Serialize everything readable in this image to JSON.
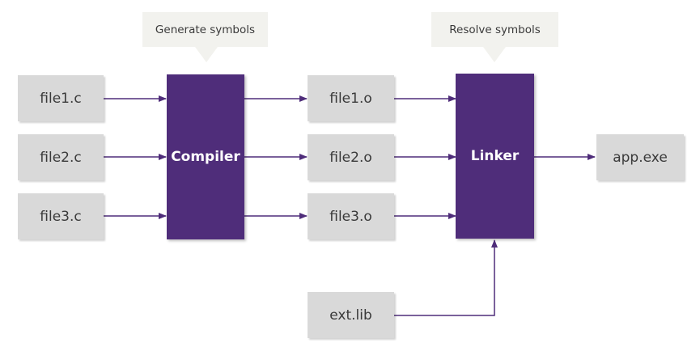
{
  "colors": {
    "process_fill": "#4f2d7a",
    "file_fill": "#d9d9d9",
    "note_fill": "#f2f2ee",
    "arrow": "#4f2d7a"
  },
  "notes": {
    "generate": "Generate symbols",
    "resolve": "Resolve symbols"
  },
  "sources": [
    "file1.c",
    "file2.c",
    "file3.c"
  ],
  "compiler": "Compiler",
  "objects": [
    "file1.o",
    "file2.o",
    "file3.o"
  ],
  "linker": "Linker",
  "output": "app.exe",
  "library": "ext.lib"
}
